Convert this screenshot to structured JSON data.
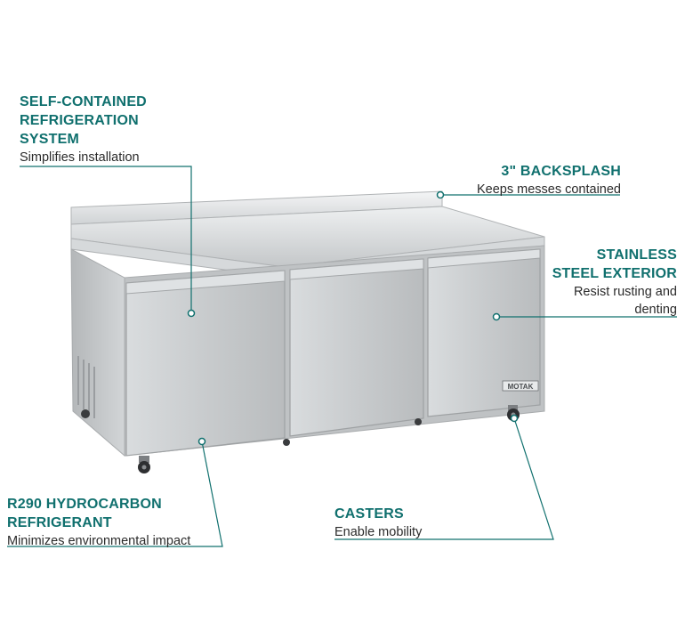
{
  "colors": {
    "accent": "#10706e",
    "text": "#2b2b2b",
    "steel": "#c9ccce"
  },
  "product": {
    "brand_badge": "MOTAK"
  },
  "callouts": {
    "refrigeration": {
      "title_lines": [
        "SELF-CONTAINED",
        "REFRIGERATION",
        "SYSTEM"
      ],
      "desc": "Simplifies installation"
    },
    "backsplash": {
      "title": "3\" BACKSPLASH",
      "desc": "Keeps messes contained"
    },
    "exterior": {
      "title_lines": [
        "STAINLESS",
        "STEEL EXTERIOR"
      ],
      "desc_lines": [
        "Resist rusting and",
        "denting"
      ]
    },
    "refrigerant": {
      "title_lines": [
        "R290 HYDROCARBON",
        "REFRIGERANT"
      ],
      "desc": "Minimizes environmental impact"
    },
    "casters": {
      "title": "CASTERS",
      "desc": "Enable mobility"
    }
  }
}
